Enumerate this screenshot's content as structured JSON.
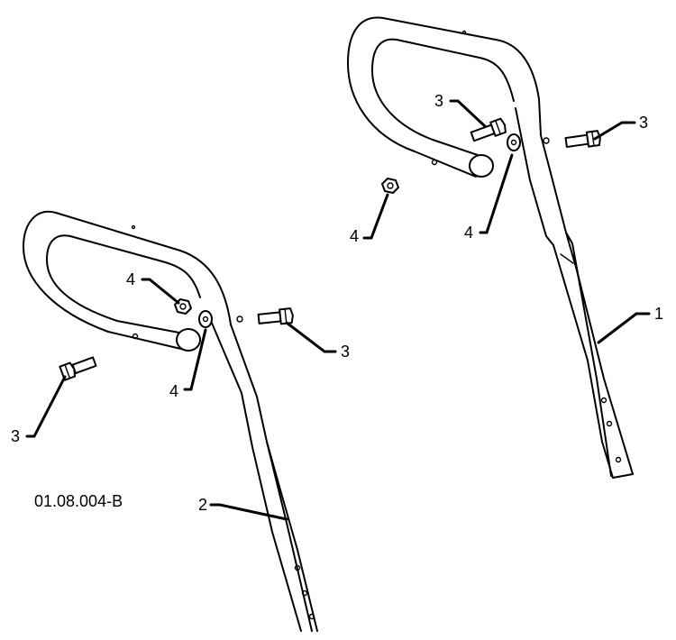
{
  "diagram": {
    "drawing_code": "01.08.004-B",
    "callouts": {
      "part_1": "1",
      "part_2": "2",
      "bolt_a": "3",
      "bolt_b": "3",
      "bolt_c": "3",
      "bolt_d": "3",
      "washer_a": "4",
      "washer_b": "4",
      "washer_c": "4",
      "washer_d": "4"
    }
  }
}
